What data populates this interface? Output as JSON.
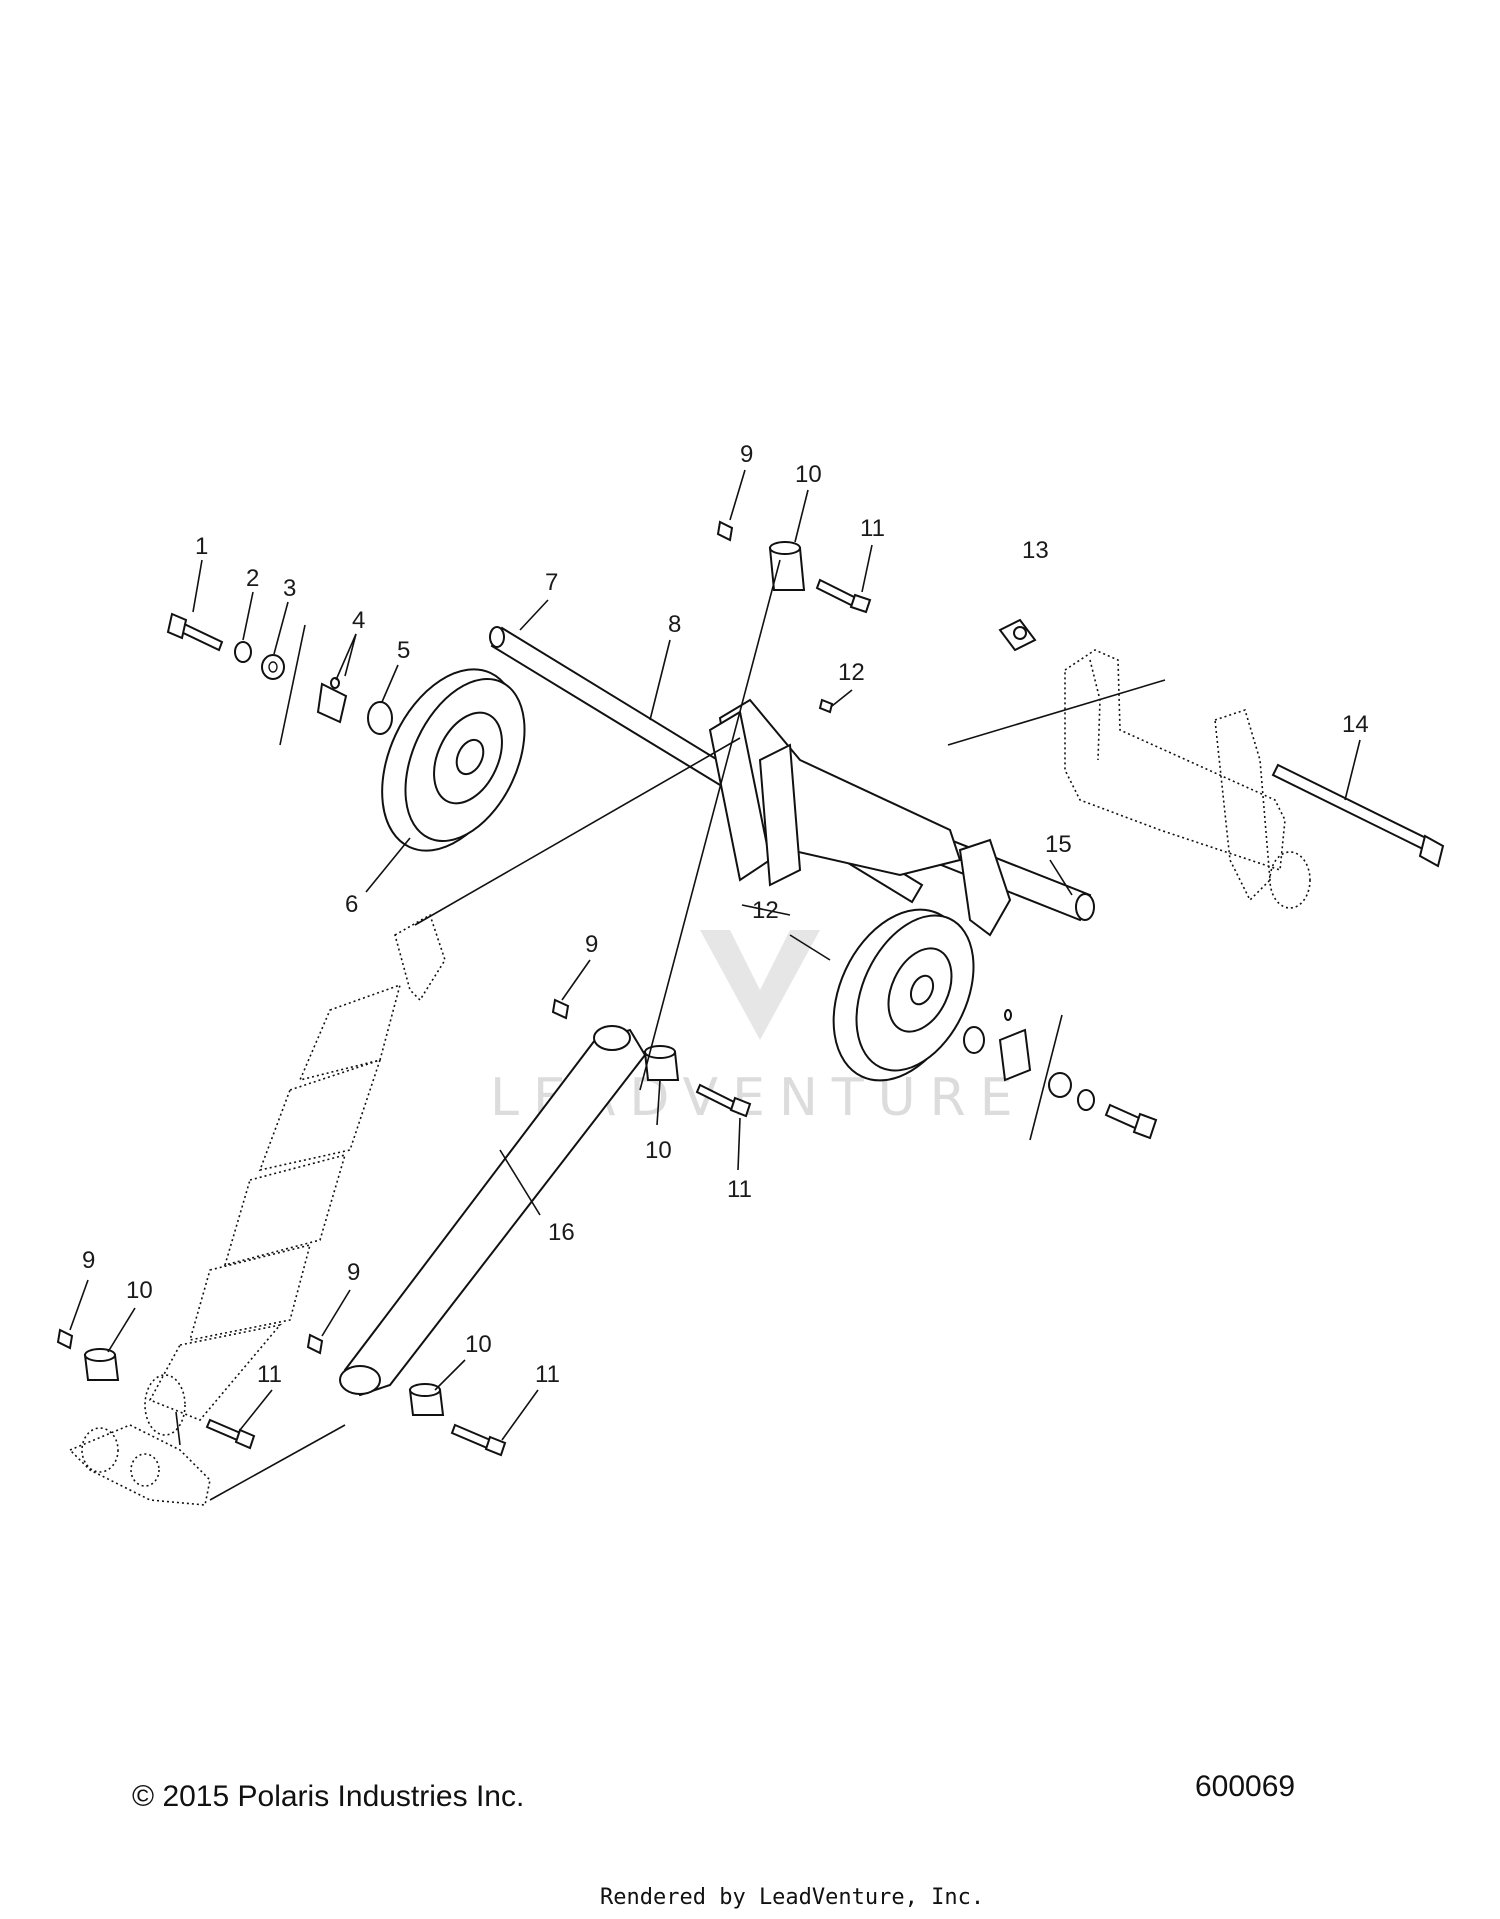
{
  "callouts": [
    {
      "id": "c1",
      "label": "1"
    },
    {
      "id": "c2",
      "label": "2"
    },
    {
      "id": "c3",
      "label": "3"
    },
    {
      "id": "c4",
      "label": "4"
    },
    {
      "id": "c5",
      "label": "5"
    },
    {
      "id": "c6",
      "label": "6"
    },
    {
      "id": "c7",
      "label": "7"
    },
    {
      "id": "c8",
      "label": "8"
    },
    {
      "id": "c9a",
      "label": "9"
    },
    {
      "id": "c10a",
      "label": "10"
    },
    {
      "id": "c11a",
      "label": "11"
    },
    {
      "id": "c12a",
      "label": "12"
    },
    {
      "id": "c13",
      "label": "13"
    },
    {
      "id": "c14",
      "label": "14"
    },
    {
      "id": "c15",
      "label": "15"
    },
    {
      "id": "c12b",
      "label": "12"
    },
    {
      "id": "c9b",
      "label": "9"
    },
    {
      "id": "c10b",
      "label": "10"
    },
    {
      "id": "c11b",
      "label": "11"
    },
    {
      "id": "c16",
      "label": "16"
    },
    {
      "id": "c9c",
      "label": "9"
    },
    {
      "id": "c10c",
      "label": "10"
    },
    {
      "id": "c9d",
      "label": "9"
    },
    {
      "id": "c11c",
      "label": "11"
    },
    {
      "id": "c10d",
      "label": "10"
    },
    {
      "id": "c11d",
      "label": "11"
    }
  ],
  "watermark": "LEADVENTURE",
  "footer": {
    "copyright": "© 2015 Polaris Industries Inc.",
    "diagram_number": "600069",
    "rendered_by": "Rendered by LeadVenture, Inc."
  }
}
